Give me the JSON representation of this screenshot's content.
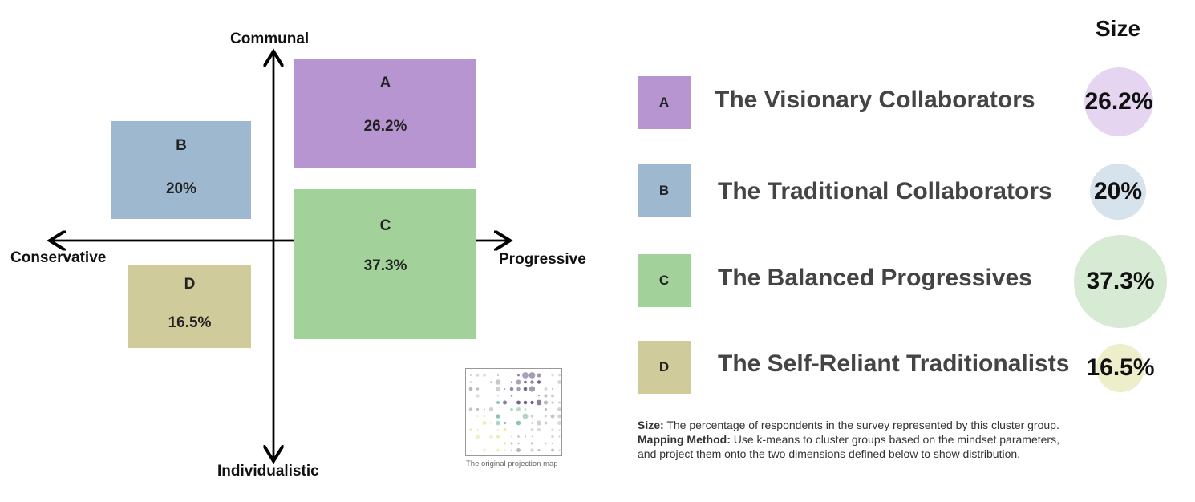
{
  "axes": {
    "top": "Communal",
    "bottom": "Individualistic",
    "left": "Conservative",
    "right": "Progressive"
  },
  "clusters": [
    {
      "letter": "A",
      "name": "The Visionary Collaborators",
      "size": "26.2%",
      "color": "#b795d0",
      "light": "#e6d5f0"
    },
    {
      "letter": "B",
      "name": "The Traditional Collaborators",
      "size": "20%",
      "color": "#9db8cf",
      "light": "#d6e3ed"
    },
    {
      "letter": "C",
      "name": "The Balanced Progressives",
      "size": "37.3%",
      "color": "#a2d19a",
      "light": "#d7ead3"
    },
    {
      "letter": "D",
      "name": "The Self-Reliant Traditionalists",
      "size": "16.5%",
      "color": "#cfcb9b",
      "light": "#efeecb"
    }
  ],
  "legend": {
    "size_header": "Size"
  },
  "thumbnail": {
    "caption": "The original projection map"
  },
  "notes": {
    "size_label": "Size:",
    "size_text": " The percentage of respondents in the survey represented by this cluster group.",
    "method_label": "Mapping Method:",
    "method_text": " Use k-means to cluster groups based on the mindset parameters,",
    "method_text2": "and project them onto the two dimensions defined below to show distribution."
  }
}
